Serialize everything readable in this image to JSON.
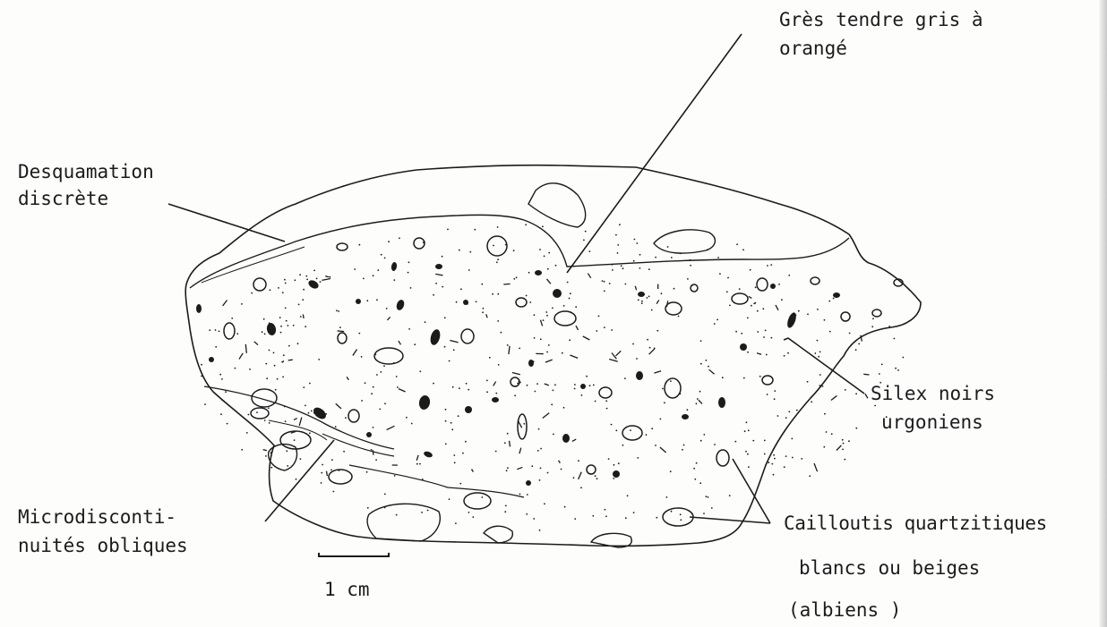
{
  "labels": {
    "gres_line1": "Grès tendre gris à",
    "gres_line2": "orangé",
    "desquamation_line1": "Desquamation",
    "desquamation_line2": "discrète",
    "silex_line1": "Silex noirs",
    "silex_line2": "urgoniens",
    "micro_line1": "Microdisconti-",
    "micro_line2": "nuités  obliques",
    "cailloutis_line1": "Cailloutis quartzitiques",
    "cailloutis_line2": "blancs ou beiges",
    "cailloutis_line3": "(albiens )",
    "scale": "1 cm"
  },
  "colors": {
    "ink": "#1b1b1b",
    "paper": "#fdfdfc"
  }
}
